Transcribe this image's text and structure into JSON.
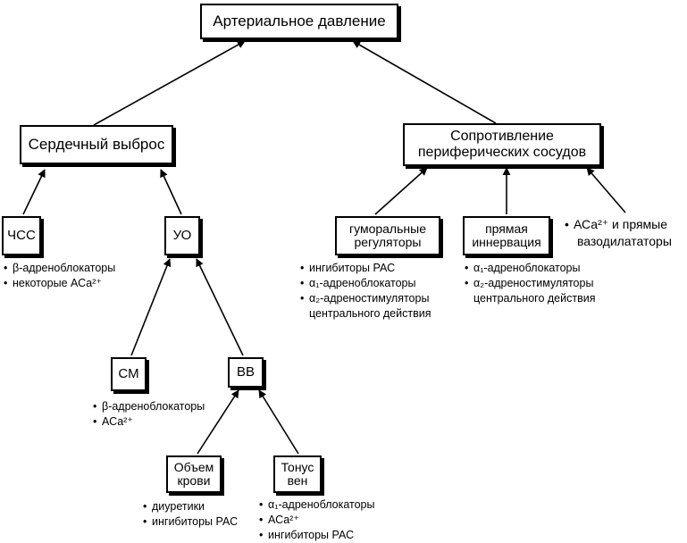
{
  "nodes": {
    "ad": {
      "text": "Артериальное давление"
    },
    "sv": {
      "text": "Сердечный выброс"
    },
    "sps": {
      "line1": "Сопротивление",
      "line2": "периферических сосудов"
    },
    "chss": {
      "text": "ЧСС"
    },
    "uo": {
      "text": "УО"
    },
    "sm": {
      "text": "СМ"
    },
    "vv": {
      "text": "ВВ"
    },
    "ok": {
      "line1": "Объем",
      "line2": "крови"
    },
    "tv": {
      "line1": "Тонус",
      "line2": "вен"
    },
    "gr": {
      "line1": "гуморальные",
      "line2": "регуляторы"
    },
    "pi": {
      "line1": "прямая",
      "line2": "иннервация"
    },
    "aca": {
      "line1": "АСа²⁺ и прямые",
      "line2": "вазодилататоры"
    }
  },
  "notes": {
    "chss": [
      "β-адреноблокаторы",
      "некоторые АСа²⁺"
    ],
    "sm": [
      "β-адреноблокаторы",
      "АСа²⁺"
    ],
    "ok": [
      "диуретики",
      "ингибиторы РАС"
    ],
    "tv": [
      "α₁-адреноблокаторы",
      "АСа²⁺",
      "ингибиторы РАС"
    ],
    "gr": [
      "ингибиторы РАС",
      "α₁-адреноблокаторы",
      "α₂-адреностимуляторы",
      "центрального действия"
    ],
    "pi": [
      "α₁-адреноблокаторы",
      "α₂-адреностимуляторы",
      "центрального действия"
    ]
  },
  "bullet": "•"
}
